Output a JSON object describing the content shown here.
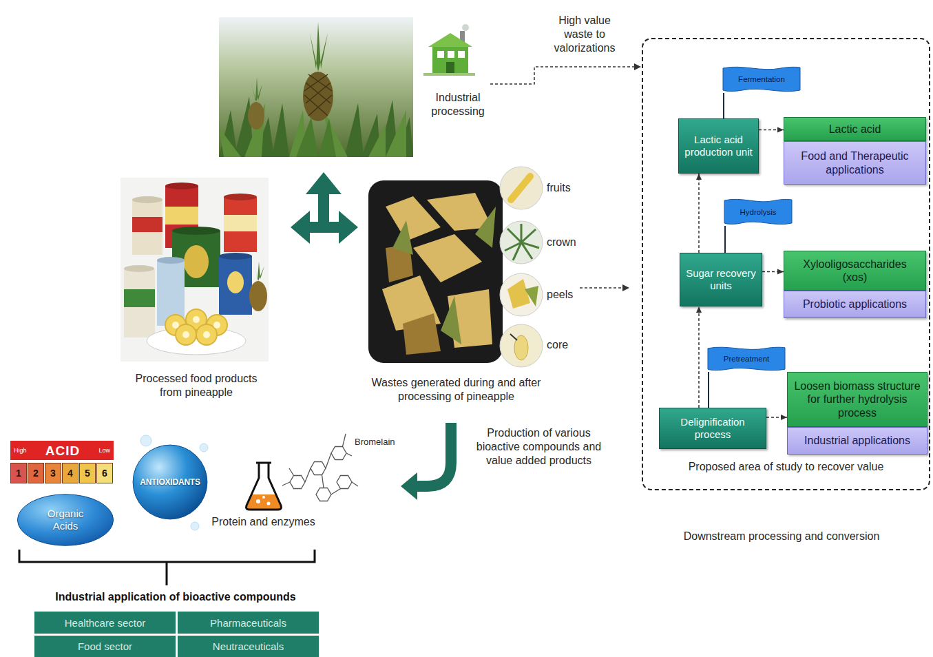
{
  "diagram": {
    "nodes": [
      {
        "text": [
          "Proposed area of study to recover value"
        ]
      },
      {
        "text": [
          "Fermentation"
        ],
        "in": 0
      },
      {
        "text": [
          "Lactic acid production unit"
        ],
        "in": 0
      },
      {
        "text": [
          "Lactic acid"
        ],
        "in": 0
      },
      {
        "text": [
          "Food and Therapeutic applications"
        ],
        "in": 0
      },
      {
        "text": [
          "Hydrolysis"
        ],
        "in": 0
      },
      {
        "text": [
          "Sugar recovery units"
        ],
        "in": 0
      },
      {
        "text": [
          "Xylooligosaccharides (xos)"
        ],
        "in": 0
      },
      {
        "text": [
          "Probiotic applications"
        ],
        "in": 0
      },
      {
        "text": [
          "Pretreatment"
        ],
        "in": 0
      },
      {
        "text": [
          "Delignification process"
        ],
        "in": 0
      },
      {
        "text": [
          "Loosen biomass structure for further hydrolysis process"
        ],
        "in": 0
      },
      {
        "text": [
          "Industrial applications"
        ],
        "in": 0
      },
      {
        "text": [
          "High",
          "ACID",
          "Low"
        ]
      },
      {
        "text": [
          "1"
        ]
      },
      {
        "text": [
          "2"
        ]
      },
      {
        "text": [
          "3"
        ]
      },
      {
        "text": [
          "4"
        ]
      },
      {
        "text": [
          "5"
        ]
      },
      {
        "text": [
          "6"
        ]
      },
      {
        "text": [
          "ANTIOXIDANTS"
        ]
      },
      {
        "text": [
          "Organic Acids"
        ]
      },
      {
        "text": [
          "Healthcare sector"
        ]
      },
      {
        "text": [
          "Pharmaceuticals"
        ]
      },
      {
        "text": [
          "Food sector"
        ]
      },
      {
        "text": [
          "Neutraceuticals"
        ]
      }
    ],
    "edges": [
      {
        "from": 2,
        "to": 3,
        "arrow": "to"
      },
      {
        "from": 6,
        "to": 7,
        "arrow": "to"
      },
      {
        "from": 10,
        "to": 11,
        "arrow": "to"
      },
      {
        "from": 10,
        "to": 6,
        "arrow": "to"
      },
      {
        "from": 6,
        "to": 2,
        "arrow": "to"
      },
      {
        "from": 2,
        "to": 1,
        "arrow": "none"
      },
      {
        "from": 6,
        "to": 5,
        "arrow": "none"
      },
      {
        "from": 10,
        "to": 9,
        "arrow": "none"
      }
    ],
    "labels": [
      "High value waste to valorizations",
      "Industrial processing",
      "fruits",
      "crown",
      "peels",
      "core",
      "Processed food products from pineapple",
      "Wastes generated during and after processing of pineapple",
      "Bromelain",
      "Production of various bioactive compounds and value added products",
      "Protein and enzymes",
      "Industrial application of bioactive compounds",
      "Downstream processing and conversion"
    ]
  }
}
